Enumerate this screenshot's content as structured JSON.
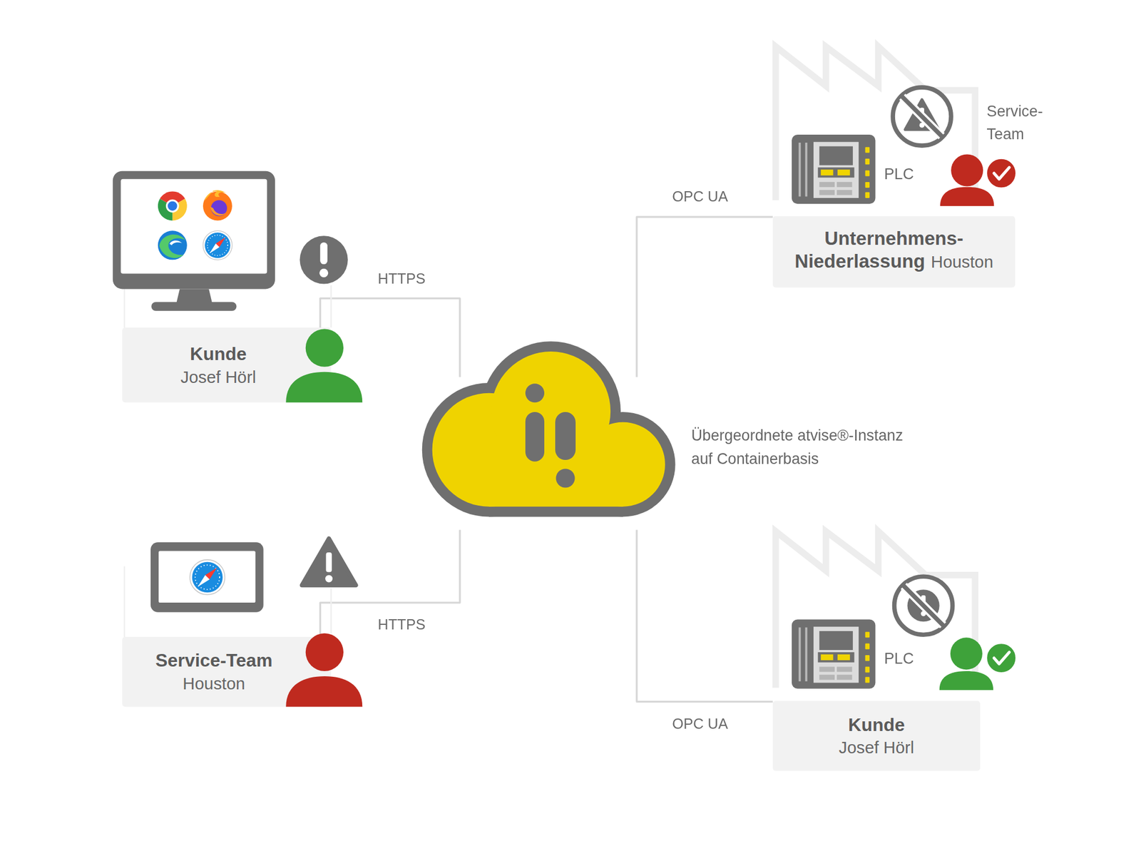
{
  "diagram": {
    "nodes": [
      {
        "text": [
          "Kunde",
          "Josef Hörl"
        ]
      },
      {
        "text": [
          "Service-Team",
          "Houston"
        ]
      },
      {
        "text": [
          "Übergeordnete atvise®-Instanz auf Containerbasis"
        ]
      },
      {
        "text": [
          "Unternehmens- Niederlassung",
          "Houston"
        ]
      },
      {
        "text": [
          "Kunde",
          "Josef Hörl"
        ]
      }
    ],
    "edges": [
      {
        "from": 0,
        "to": 2,
        "arrow": "none",
        "label": "HTTPS"
      },
      {
        "from": 1,
        "to": 2,
        "arrow": "none",
        "label": "HTTPS"
      },
      {
        "from": 2,
        "to": 3,
        "arrow": "none",
        "label": "OPC UA"
      },
      {
        "from": 2,
        "to": 4,
        "arrow": "none",
        "label": "OPC UA"
      }
    ],
    "labels": [
      "PLC",
      "Service- Team",
      "PLC"
    ]
  }
}
